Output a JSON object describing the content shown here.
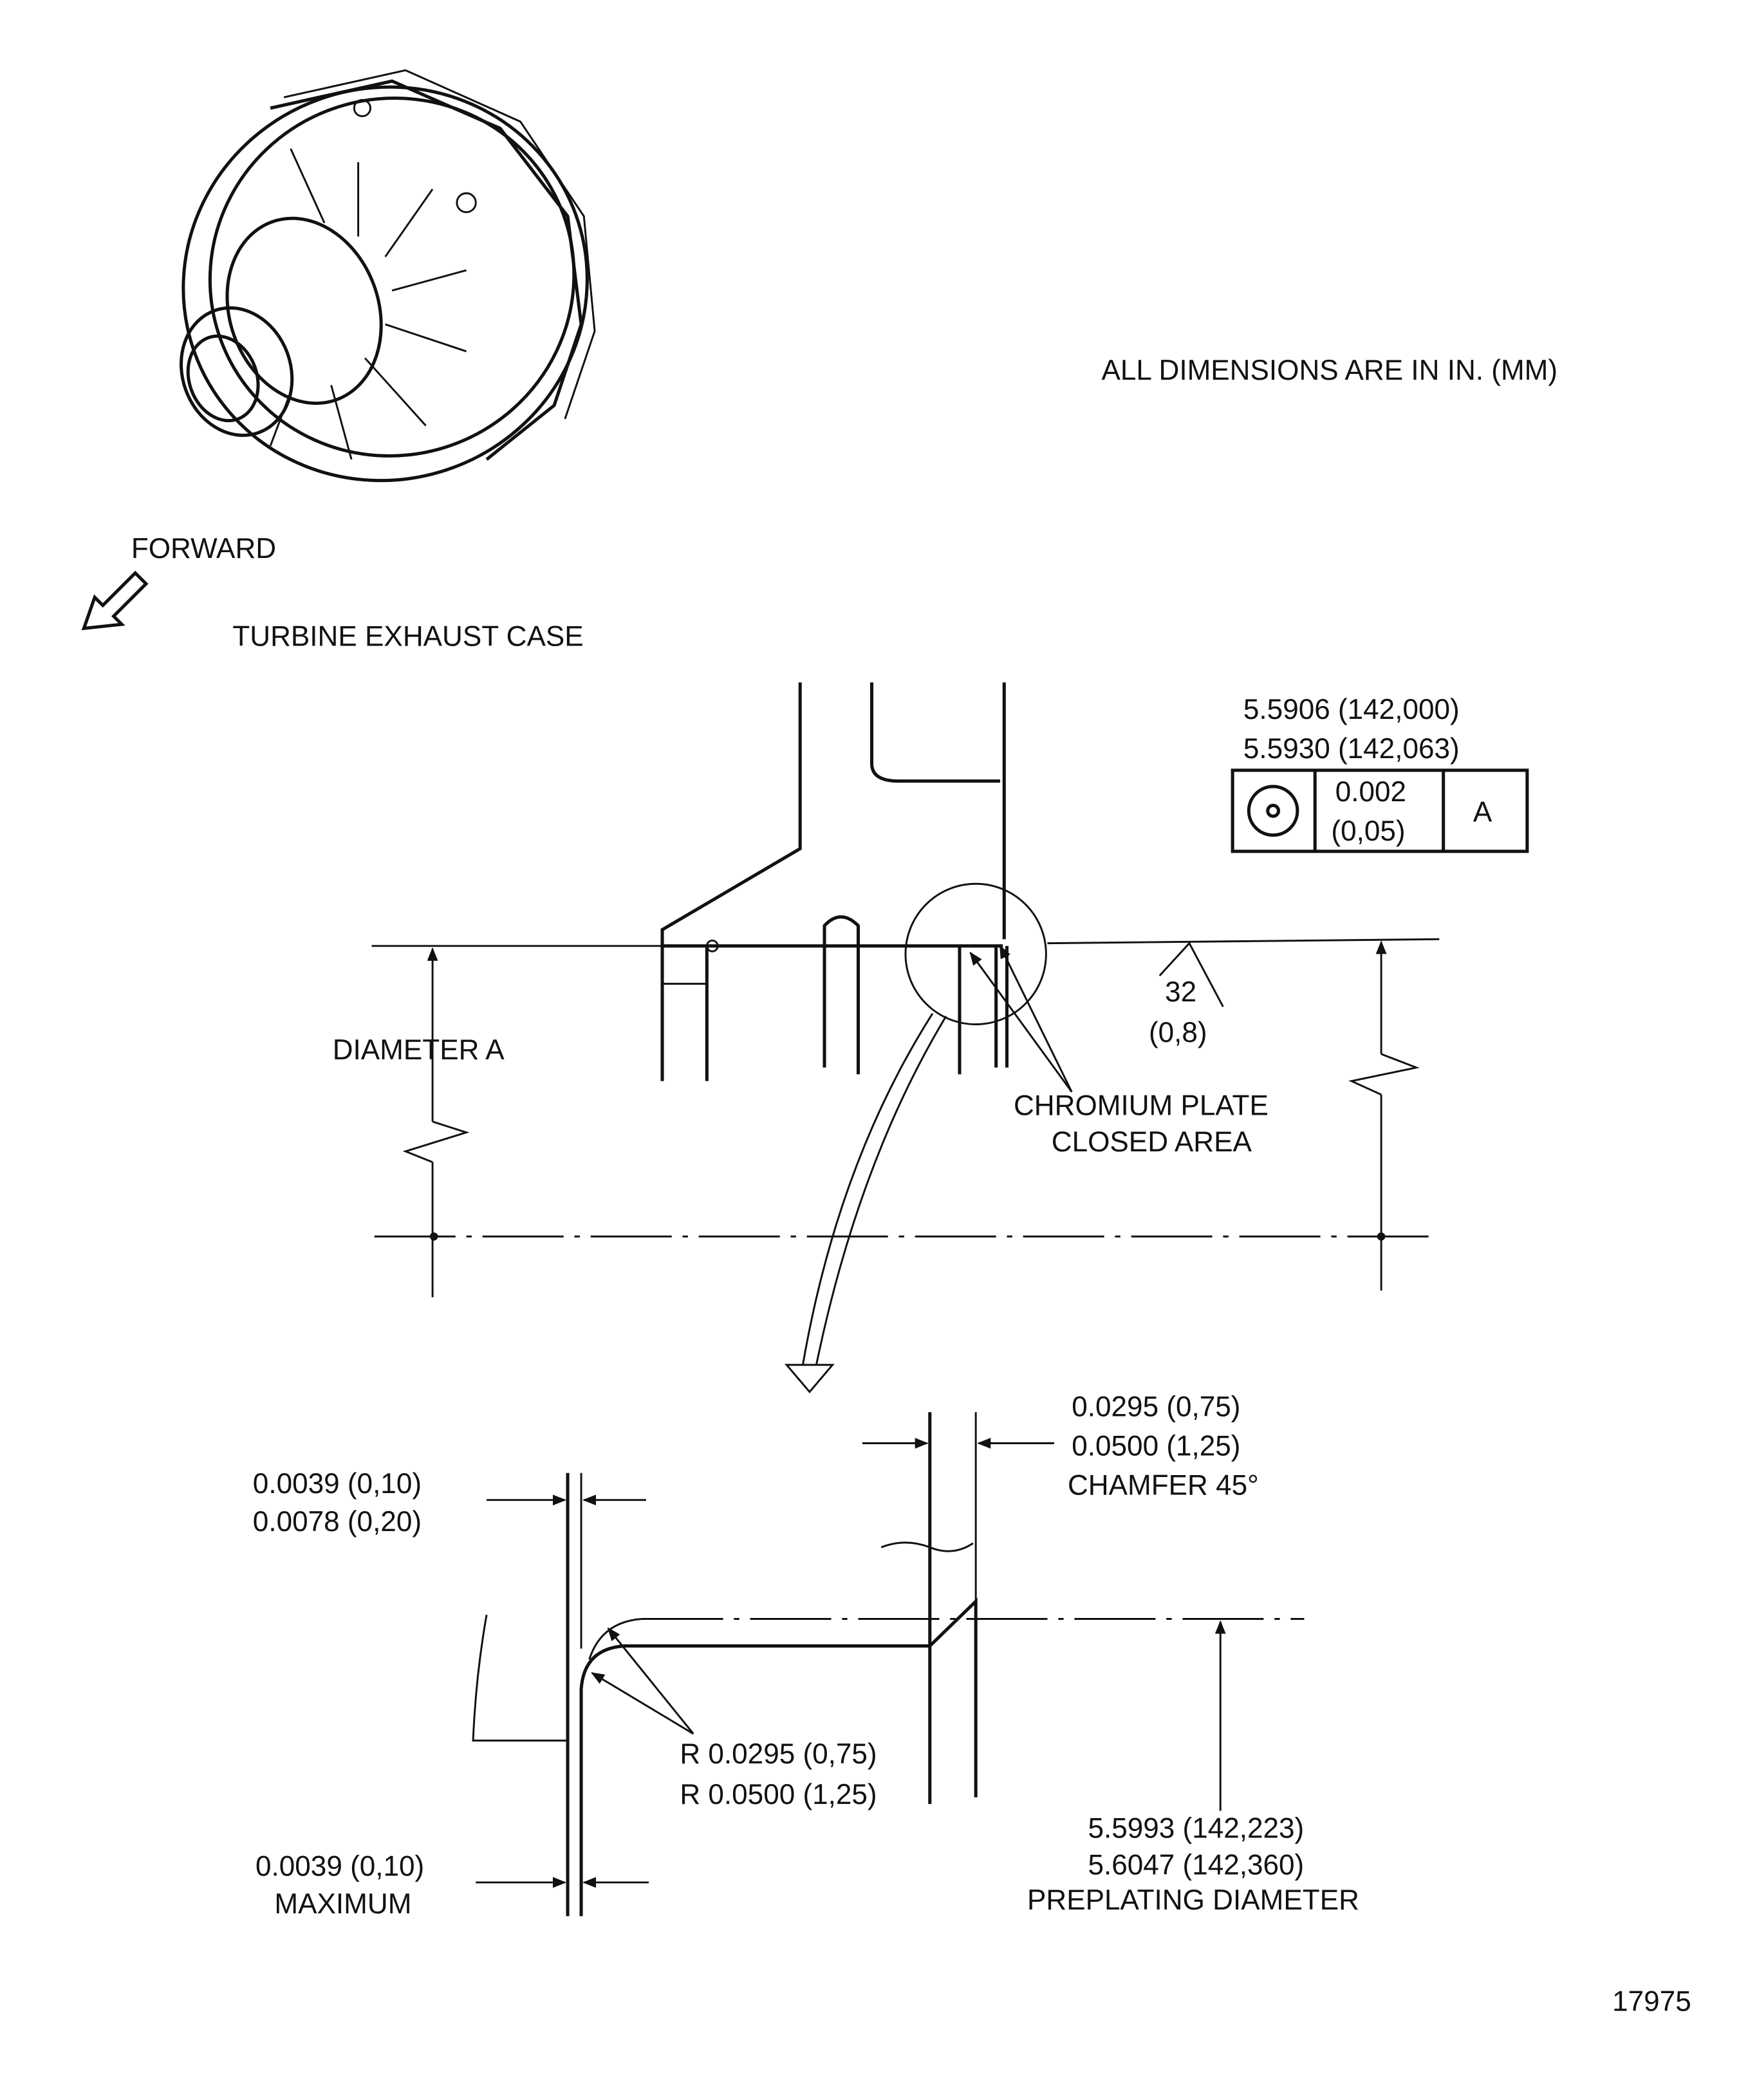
{
  "header": {
    "units_note": "ALL DIMENSIONS ARE IN IN. (MM)"
  },
  "illustration": {
    "forward_label": "FORWARD",
    "part_name": "TURBINE EXHAUST CASE"
  },
  "section": {
    "dia_min": "5.5906 (142,000)",
    "dia_max": "5.5930 (142,063)",
    "fcf": {
      "symbol": "concentricity-icon",
      "tol_in": "0.002",
      "tol_mm": "(0,05)",
      "datum": "A"
    },
    "diameter_label": "DIAMETER A",
    "finish_value": "32",
    "finish_mm": "(0,8)",
    "plate_note_1": "CHROMIUM PLATE",
    "plate_note_2": "CLOSED AREA"
  },
  "detail": {
    "thk_top_1": "0.0039 (0,10)",
    "thk_top_2": "0.0078 (0,20)",
    "chamfer_1": "0.0295 (0,75)",
    "chamfer_2": "0.0500 (1,25)",
    "chamfer_3": "CHAMFER 45°",
    "radius_1": "R 0.0295 (0,75)",
    "radius_2": "R 0.0500 (1,25)",
    "prep_1": "5.5993 (142,223)",
    "prep_2": "5.6047 (142,360)",
    "prep_3": "PREPLATING DIAMETER",
    "thk_bot_1": "0.0039 (0,10)",
    "thk_bot_2": "MAXIMUM"
  },
  "figure_number": "17975"
}
